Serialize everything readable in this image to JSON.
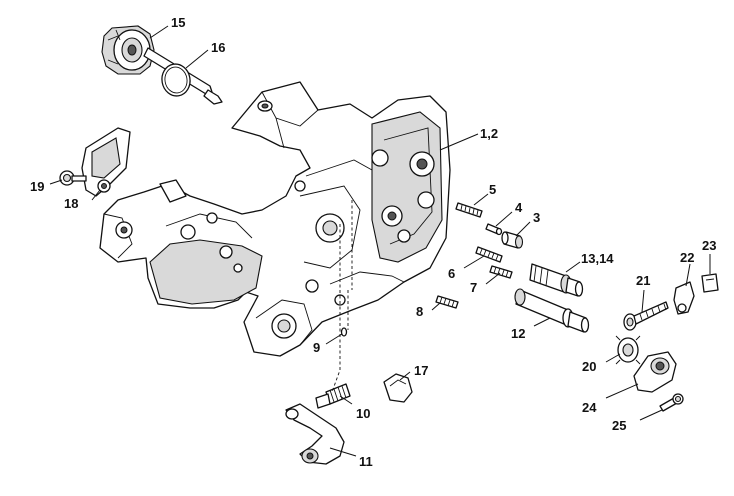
{
  "diagram": {
    "callouts": {
      "c1": "1,2",
      "c3": "3",
      "c4": "4",
      "c5": "5",
      "c6": "6",
      "c7": "7",
      "c8": "8",
      "c9": "9",
      "c10": "10",
      "c11": "11",
      "c12": "12",
      "c13": "13,14",
      "c15": "15",
      "c16": "16",
      "c17": "17",
      "c18": "18",
      "c19": "19",
      "c20": "20",
      "c21": "21",
      "c22": "22",
      "c23": "23",
      "c24": "24",
      "c25": "25"
    }
  }
}
